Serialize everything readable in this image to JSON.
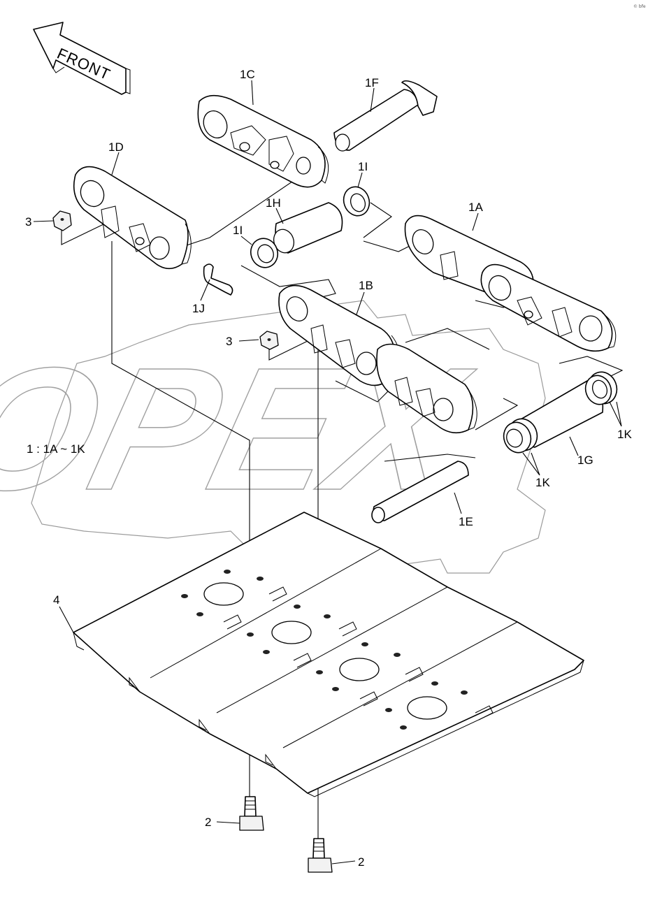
{
  "diagram": {
    "front_arrow": "FRONT",
    "watermark": "OPEX",
    "corner_mark": "© bfe",
    "assembly_note": "1 : 1A ~ 1K",
    "labels": {
      "1A": "1A",
      "1B": "1B",
      "1C": "1C",
      "1D": "1D",
      "1E": "1E",
      "1F": "1F",
      "1G": "1G",
      "1H": "1H",
      "1I_top": "1I",
      "1I_left": "1I",
      "1J": "1J",
      "1K_right": "1K",
      "1K_bottom": "1K",
      "2_left": "2",
      "2_right": "2",
      "3_top": "3",
      "3_mid": "3",
      "4": "4"
    }
  }
}
